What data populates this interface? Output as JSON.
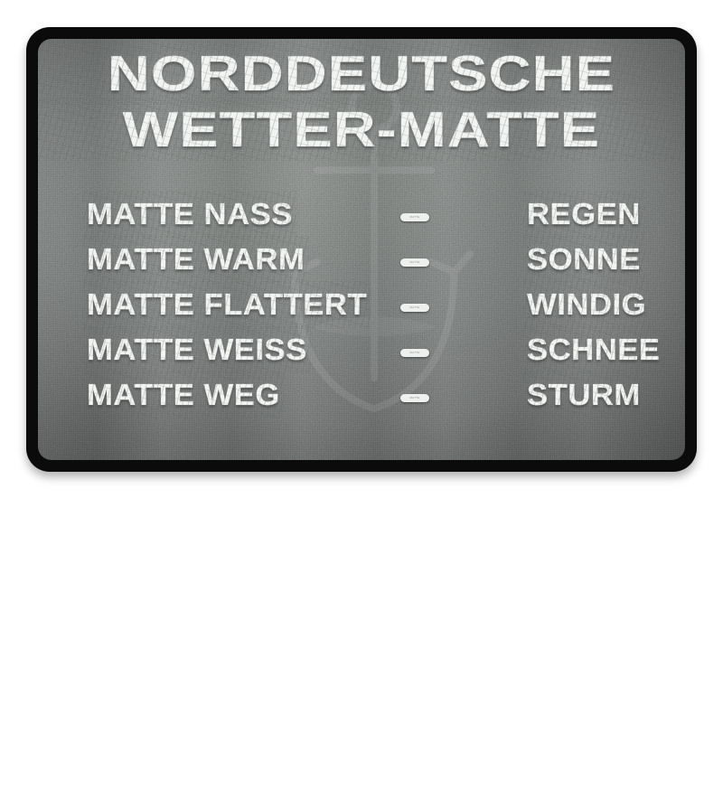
{
  "product": {
    "type": "doormat",
    "border_color": "#0b0b0b",
    "surface_color": "#6f7371",
    "text_color": "#f2f4f2"
  },
  "mat": {
    "title": {
      "line1": "NORDDEUTSCHE",
      "line2": "WETTER-MATTE"
    },
    "separator_label": "MATTE",
    "rows": [
      {
        "condition": "MATTE NASS",
        "separator": "—",
        "meaning": "REGEN"
      },
      {
        "condition": "MATTE WARM",
        "separator": "—",
        "meaning": "SONNE"
      },
      {
        "condition": "MATTE FLATTERT",
        "separator": "—",
        "meaning": "WINDIG"
      },
      {
        "condition": "MATTE WEISS",
        "separator": "—",
        "meaning": "SCHNEE"
      },
      {
        "condition": "MATTE WEG",
        "separator": "—",
        "meaning": "STURM"
      }
    ]
  }
}
